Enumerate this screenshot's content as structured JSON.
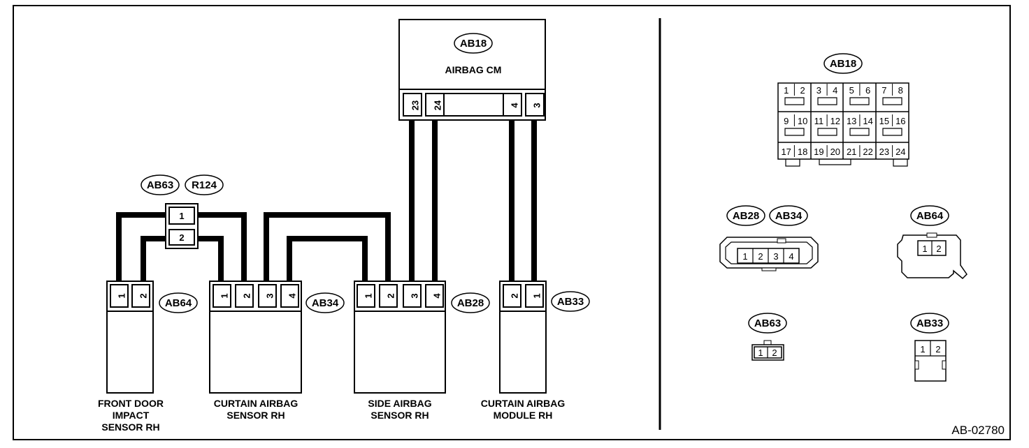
{
  "reference_code": "AB-02780",
  "airbag_cm": {
    "tag": "AB18",
    "label": "AIRBAG CM",
    "pins": [
      "23",
      "24",
      "4",
      "3"
    ]
  },
  "joint_connector": {
    "tags": [
      "AB63",
      "R124"
    ],
    "pins": [
      "1",
      "2"
    ]
  },
  "components": [
    {
      "tag": "AB64",
      "pins": [
        "1",
        "2"
      ],
      "label_lines": [
        "FRONT DOOR",
        "IMPACT",
        "SENSOR RH"
      ]
    },
    {
      "tag": "AB34",
      "pins": [
        "1",
        "2",
        "3",
        "4"
      ],
      "label_lines": [
        "CURTAIN AIRBAG",
        "SENSOR RH"
      ]
    },
    {
      "tag": "AB28",
      "pins": [
        "1",
        "2",
        "3",
        "4"
      ],
      "label_lines": [
        "SIDE AIRBAG",
        "SENSOR RH"
      ]
    },
    {
      "tag": "AB33",
      "pins": [
        "2",
        "1"
      ],
      "label_lines": [
        "CURTAIN AIRBAG",
        "MODULE RH"
      ]
    }
  ],
  "connector_views": {
    "ab18": {
      "tag": "AB18",
      "rows": [
        [
          "1",
          "2",
          "3",
          "4",
          "5",
          "6",
          "7",
          "8"
        ],
        [
          "9",
          "10",
          "11",
          "12",
          "13",
          "14",
          "15",
          "16"
        ],
        [
          "17",
          "18",
          "19",
          "20",
          "21",
          "22",
          "23",
          "24"
        ]
      ]
    },
    "ab28_ab34": {
      "tags": [
        "AB28",
        "AB34"
      ],
      "pins": [
        "1",
        "2",
        "3",
        "4"
      ]
    },
    "ab64": {
      "tag": "AB64",
      "pins": [
        "1",
        "2"
      ]
    },
    "ab63": {
      "tag": "AB63",
      "pins": [
        "1",
        "2"
      ]
    },
    "ab33": {
      "tag": "AB33",
      "pins": [
        "1",
        "2"
      ]
    }
  }
}
